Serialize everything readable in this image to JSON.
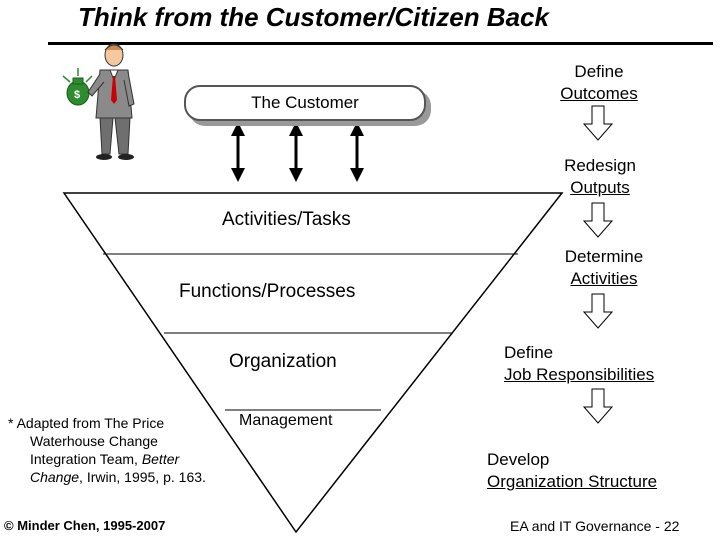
{
  "slide": {
    "title": "Think from the Customer/Citizen Back",
    "customer_box": "The Customer",
    "pyramid_levels": [
      "Activities/Tasks",
      "Functions/Processes",
      "Organization",
      "Management"
    ],
    "steps": [
      {
        "line1": "Define",
        "line2": "Outcomes"
      },
      {
        "line1": "Redesign",
        "line2": "Outputs"
      },
      {
        "line1": "Determine",
        "line2": "Activities"
      },
      {
        "line1": "Define",
        "line2": "Job Responsibilities"
      },
      {
        "line1": "Develop",
        "line2": "Organization Structure"
      }
    ],
    "footnote": {
      "line1": "*  Adapted from The Price",
      "line2": "Waterhouse Change",
      "line3": "Integration Team, ",
      "line3_italic": "Better",
      "line4_italic": "Change",
      "line4": ", Irwin, 1995, p. 163."
    },
    "credit": "© Minder Chen, 1995-2007",
    "page_label": "EA and IT Governance - 22",
    "money_bag_symbol": "$"
  },
  "colors": {
    "arrow_fill": "#ffffff",
    "box_shadow": "#999999",
    "tie": "#cc0000",
    "money_bag": "#2e8b2e"
  }
}
